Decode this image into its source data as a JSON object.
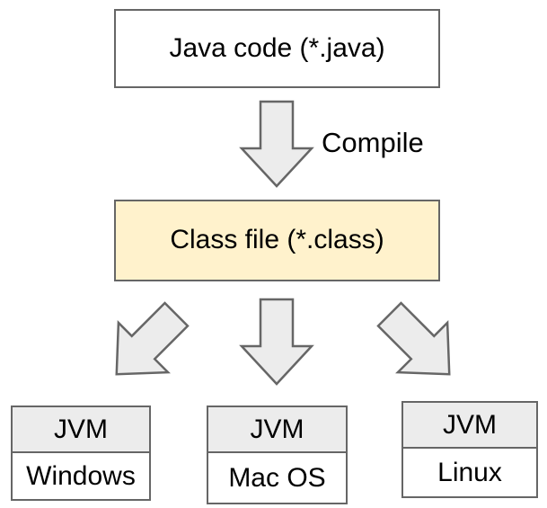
{
  "diagram": {
    "nodes": {
      "java_code": {
        "label": "Java code (*.java)"
      },
      "class_file": {
        "label": "Class file (*.class)"
      },
      "jvm_windows": {
        "header": "JVM",
        "label": "Windows"
      },
      "jvm_macos": {
        "header": "JVM",
        "label": "Mac OS"
      },
      "jvm_linux": {
        "header": "JVM",
        "label": "Linux"
      }
    },
    "edges": {
      "compile_label": "Compile"
    },
    "icons": {
      "compile_arrow": "block-arrow-down",
      "arrow_left": "block-arrow-down-left",
      "arrow_middle": "block-arrow-down",
      "arrow_right": "block-arrow-down-right"
    },
    "colors": {
      "background": "#ffffff",
      "border": "#666666",
      "class_file_fill": "#fff2cc",
      "arrow_fill": "#ececec",
      "jvm_header_fill": "#ececec",
      "text": "#000000"
    }
  }
}
